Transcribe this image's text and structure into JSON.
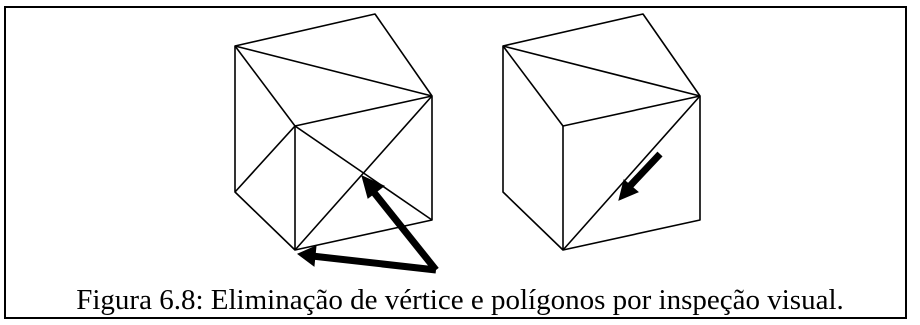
{
  "figure": {
    "caption": "Figura 6.8: Eliminação de vértice e polígonos por inspeção visual.",
    "panels": [
      {
        "label": "",
        "description_icon": "cube-wireframe-with-interior-vertex"
      },
      {
        "label": "",
        "description_icon": "cube-wireframe-vertex-removed"
      }
    ],
    "colors": {
      "stroke": "#000000",
      "background": "#ffffff"
    }
  }
}
